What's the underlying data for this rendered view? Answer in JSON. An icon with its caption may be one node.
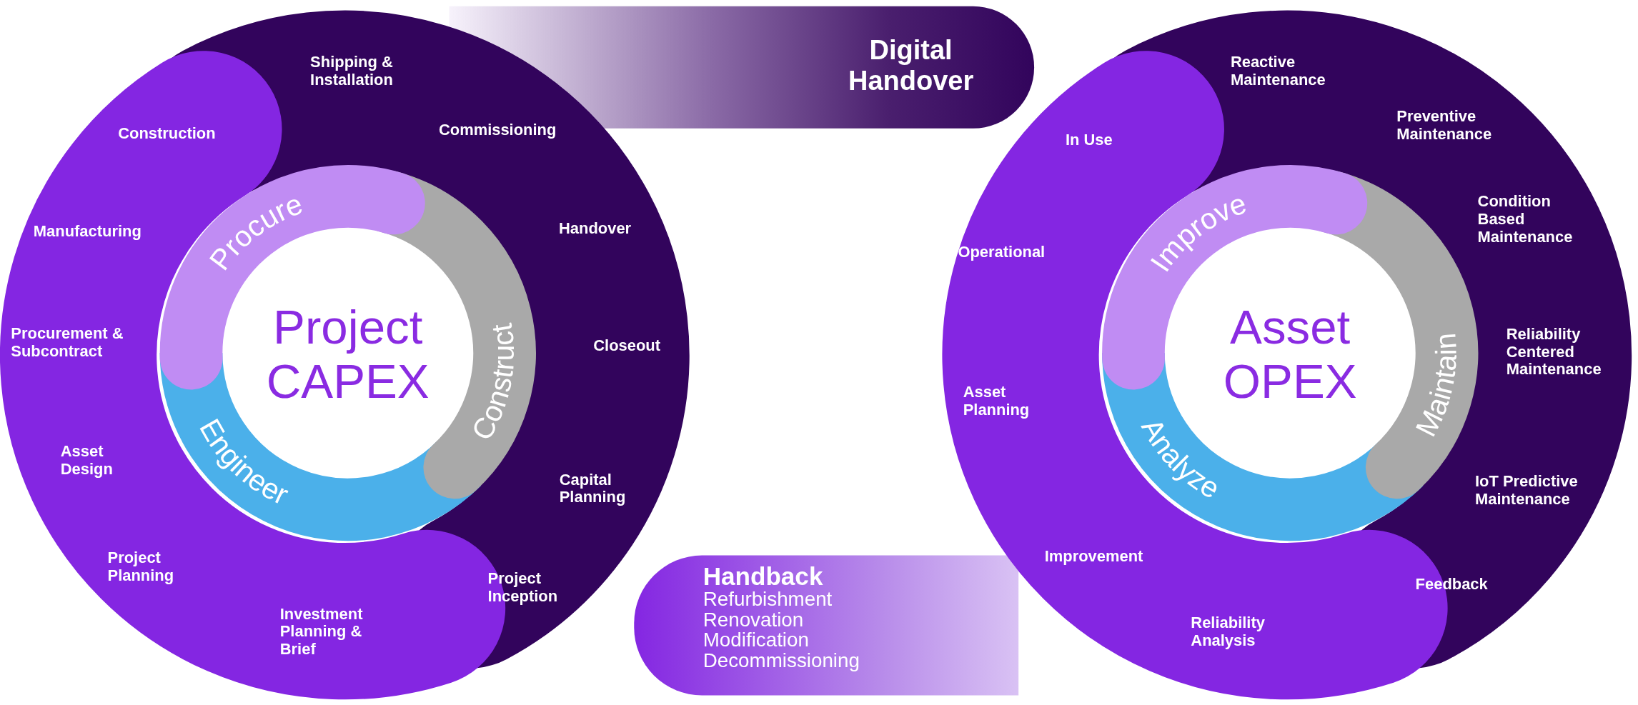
{
  "diagram": {
    "nodes": [
      {
        "text": [
          "Shipping & Installation",
          "Commissioning",
          "Construction",
          "Handover",
          "Manufacturing",
          "Procurement & Subcontract",
          "Closeout",
          "Asset Design",
          "Capital Planning",
          "Project Planning",
          "Project Inception",
          "Investment Planning & Brief"
        ]
      },
      {
        "text": [
          "Procure"
        ],
        "in": 0
      },
      {
        "text": [
          "Construct"
        ],
        "in": 0
      },
      {
        "text": [
          "Engineer"
        ],
        "in": 0
      },
      {
        "text": [
          "Project CAPEX"
        ],
        "in": 0
      },
      {
        "text": [
          "Digital Handover"
        ]
      },
      {
        "text": [
          "Reactive Maintenance",
          "Preventive Maintenance",
          "In Use",
          "Condition Based Maintenance",
          "Operational",
          "Reliability Centered Maintenance",
          "Asset Planning",
          "IoT Predictive Maintenance",
          "Improvement",
          "Feedback",
          "Reliability Analysis"
        ]
      },
      {
        "text": [
          "Improve"
        ],
        "in": 6
      },
      {
        "text": [
          "Maintain"
        ],
        "in": 6
      },
      {
        "text": [
          "Analyze"
        ],
        "in": 6
      },
      {
        "text": [
          "Asset OPEX"
        ],
        "in": 6
      },
      {
        "text": [
          "Handback",
          "Refurbishment",
          "Renovation",
          "Modification",
          "Decommissioning"
        ]
      }
    ]
  }
}
